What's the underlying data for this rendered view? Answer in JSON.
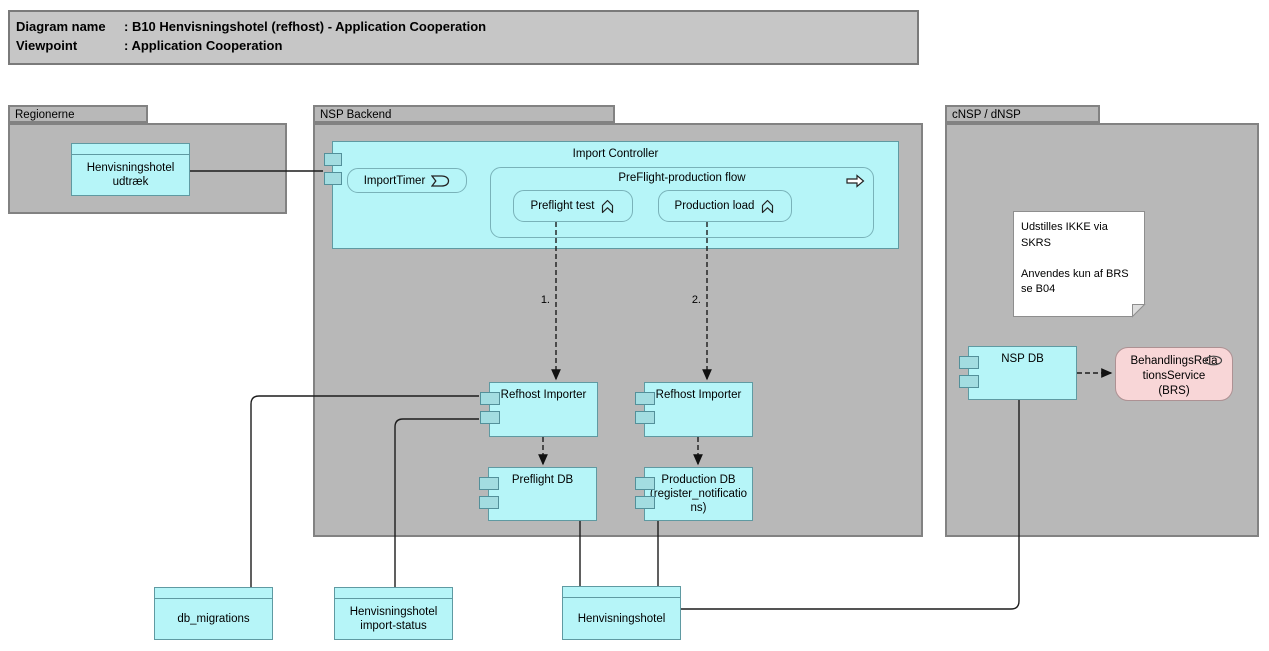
{
  "title": {
    "rows": [
      {
        "label": "Diagram name",
        "value": ": B10 Henvisningshotel (refhost) - Application Cooperation"
      },
      {
        "label": "Viewpoint",
        "value": ": Application Cooperation"
      }
    ]
  },
  "groups": {
    "regionerne": {
      "label": "Regionerne"
    },
    "nsp_backend": {
      "label": "NSP Backend"
    },
    "cnsp_dnsp": {
      "label": "cNSP / dNSP"
    }
  },
  "nodes": {
    "henvisningshotel_udtraek": {
      "label": "Henvisningshotel udtræk"
    },
    "import_controller": {
      "label": "Import Controller"
    },
    "import_timer": {
      "label": "ImportTimer",
      "icon": "event-icon"
    },
    "preflight_production_flow": {
      "label": "PreFlight-production flow",
      "icon": "process-arrow-icon"
    },
    "preflight_test": {
      "label": "Preflight test",
      "icon": "function-icon"
    },
    "production_load": {
      "label": "Production load",
      "icon": "function-icon"
    },
    "refhost_importer_preflight": {
      "label": "Refhost Importer"
    },
    "refhost_importer_production": {
      "label": "Refhost Importer"
    },
    "preflight_db": {
      "label": "Preflight DB"
    },
    "production_db": {
      "label": "Production DB (register_notifications)"
    },
    "nsp_db": {
      "label": "NSP DB"
    },
    "brs": {
      "label": "BehandlingsRelationsService (BRS)",
      "icon": "interface-icon"
    },
    "db_migrations": {
      "label": "db_migrations"
    },
    "henvisningshotel_import_status": {
      "label": "Henvisningshotel import-status"
    },
    "henvisningshotel": {
      "label": "Henvisningshotel"
    }
  },
  "note": {
    "text": "Udstilles IKKE via SKRS\n\nAnvendes kun af BRS\nse B04"
  },
  "edge_labels": {
    "step1": "1.",
    "step2": "2."
  },
  "colors": {
    "component_fill": "#b6f5f8",
    "component_border": "#5f9aa2",
    "port_fill": "#a3dde1",
    "group_fill": "#b8b8b8",
    "title_fill": "#c6c6c6",
    "service_fill": "#f8d6d7",
    "note_fill": "#ffffff",
    "connector": "#1c1c1c"
  }
}
